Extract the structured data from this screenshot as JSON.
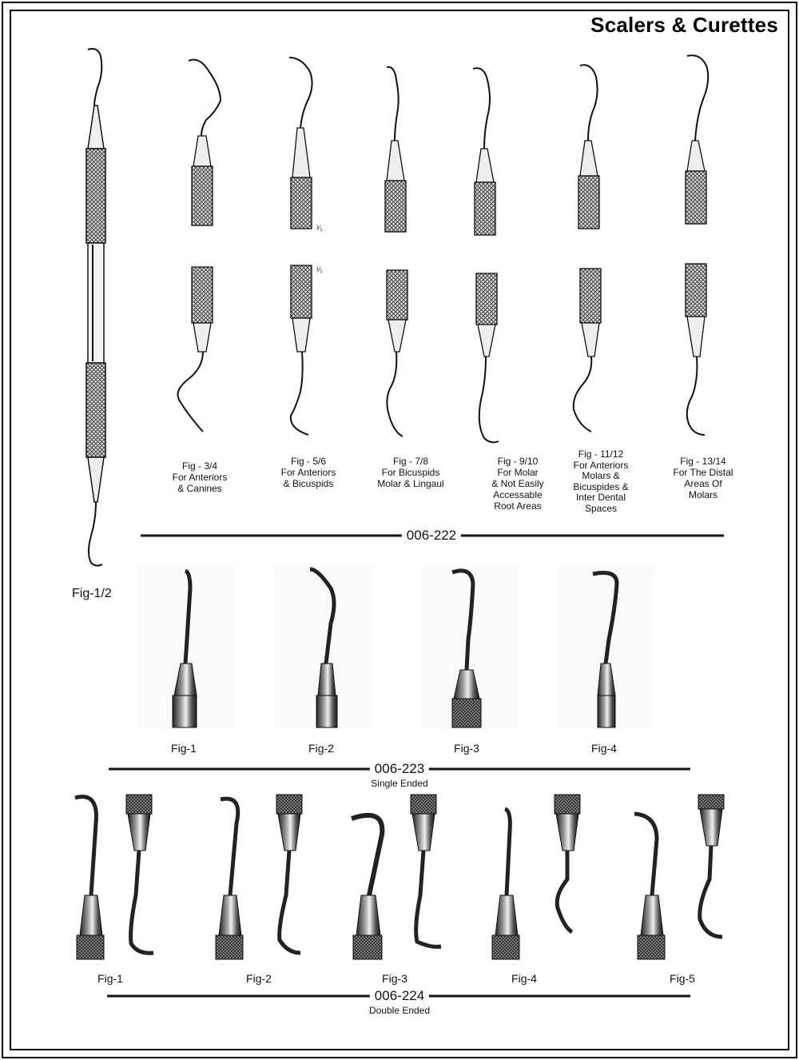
{
  "title": "Scalers & Curettes",
  "catalog_222": {
    "code": "006-222",
    "main_figure": "Fig-1/2",
    "scale_marks": [
      "¹⁄₁",
      "¹⁄₁"
    ],
    "items": [
      {
        "fig": "Fig - 3/4",
        "desc": [
          "For Anteriors",
          "& Canines"
        ]
      },
      {
        "fig": "Fig - 5/6",
        "desc": [
          "For Anteriors",
          "& Bicuspids"
        ]
      },
      {
        "fig": "Fig - 7/8",
        "desc": [
          "For Bicuspids",
          "Molar & Lingaul"
        ]
      },
      {
        "fig": "Fig - 9/10",
        "desc": [
          "For Molar",
          "& Not Easily",
          "Accessable",
          "Root Areas"
        ]
      },
      {
        "fig": "Fig - 11/12",
        "desc": [
          "For Anteriors",
          "Molars &",
          "Bicuspides &",
          "Inter Dental",
          "Spaces"
        ]
      },
      {
        "fig": "Fig - 13/14",
        "desc": [
          "For The Distal",
          "Areas Of",
          "Molars"
        ]
      }
    ]
  },
  "catalog_223": {
    "code": "006-223",
    "subtitle": "Single Ended",
    "figs": [
      "Fig-1",
      "Fig-2",
      "Fig-3",
      "Fig-4"
    ]
  },
  "catalog_224": {
    "code": "006-224",
    "subtitle": "Double Ended",
    "figs": [
      "Fig-1",
      "Fig-2",
      "Fig-3",
      "Fig-4",
      "Fig-5"
    ]
  }
}
